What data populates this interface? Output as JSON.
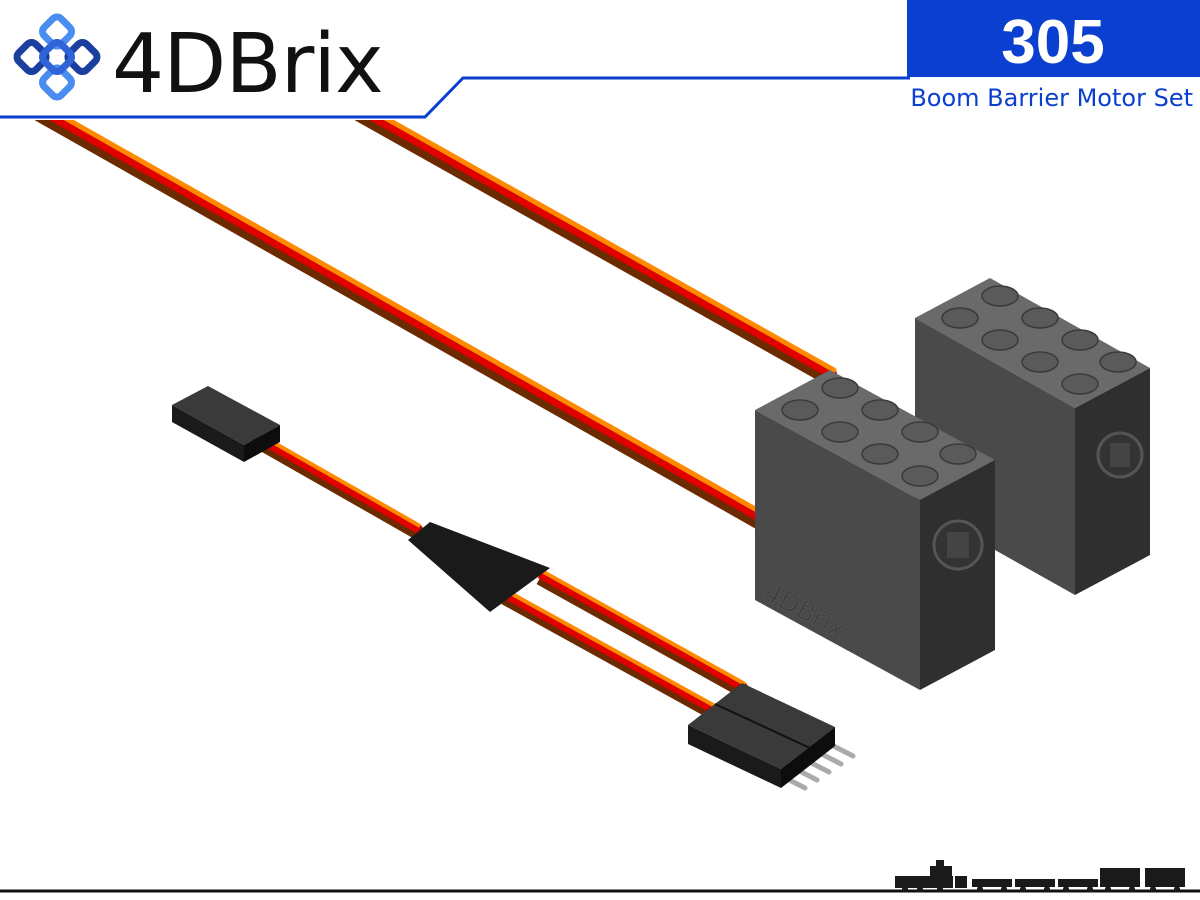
{
  "header": {
    "brand": "4DBrix",
    "product_number": "305",
    "product_name": "Boom Barrier Motor Set"
  },
  "colors": {
    "brand_blue": "#0a3fcf",
    "logo_light_blue": "#4a8df0",
    "logo_dark_blue": "#1a3f9e",
    "brick_gray": "#4a4a4a",
    "wire_orange": "#ff8a00",
    "wire_red": "#e00000",
    "wire_brown": "#6b2a00",
    "connector_black": "#1a1a1a"
  },
  "illustration": {
    "brick_embossed_text": "4DBrix",
    "components": [
      "long-servo-cable-1",
      "long-servo-cable-2",
      "y-splitter-cable",
      "motor-brick-front",
      "motor-brick-back"
    ]
  },
  "footer": {
    "icon": "train-silhouette-icon"
  }
}
